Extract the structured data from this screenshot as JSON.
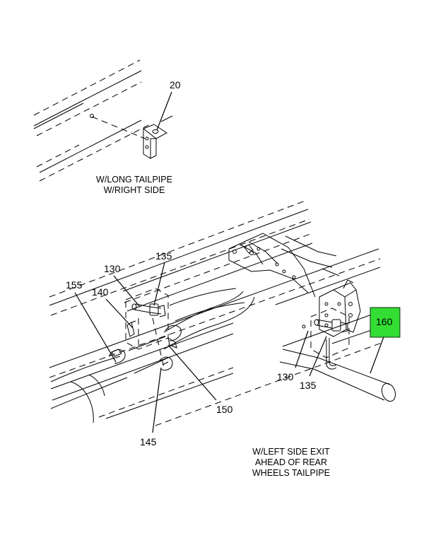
{
  "labels": {
    "p20": "20",
    "p135a": "135",
    "p130a": "130",
    "p155": "155",
    "p140": "140",
    "p150": "150",
    "p145": "145",
    "p130b": "130",
    "p135b": "135",
    "p160": "160"
  },
  "captions": {
    "top_line1": "W/LONG TAILPIPE",
    "top_line2": "W/RIGHT SIDE",
    "bottom_line1": "W/LEFT SIDE EXIT",
    "bottom_line2": "AHEAD OF REAR",
    "bottom_line3": "WHEELS TAILPIPE"
  },
  "colors": {
    "highlight": "#33dd33",
    "ink": "#000000"
  }
}
